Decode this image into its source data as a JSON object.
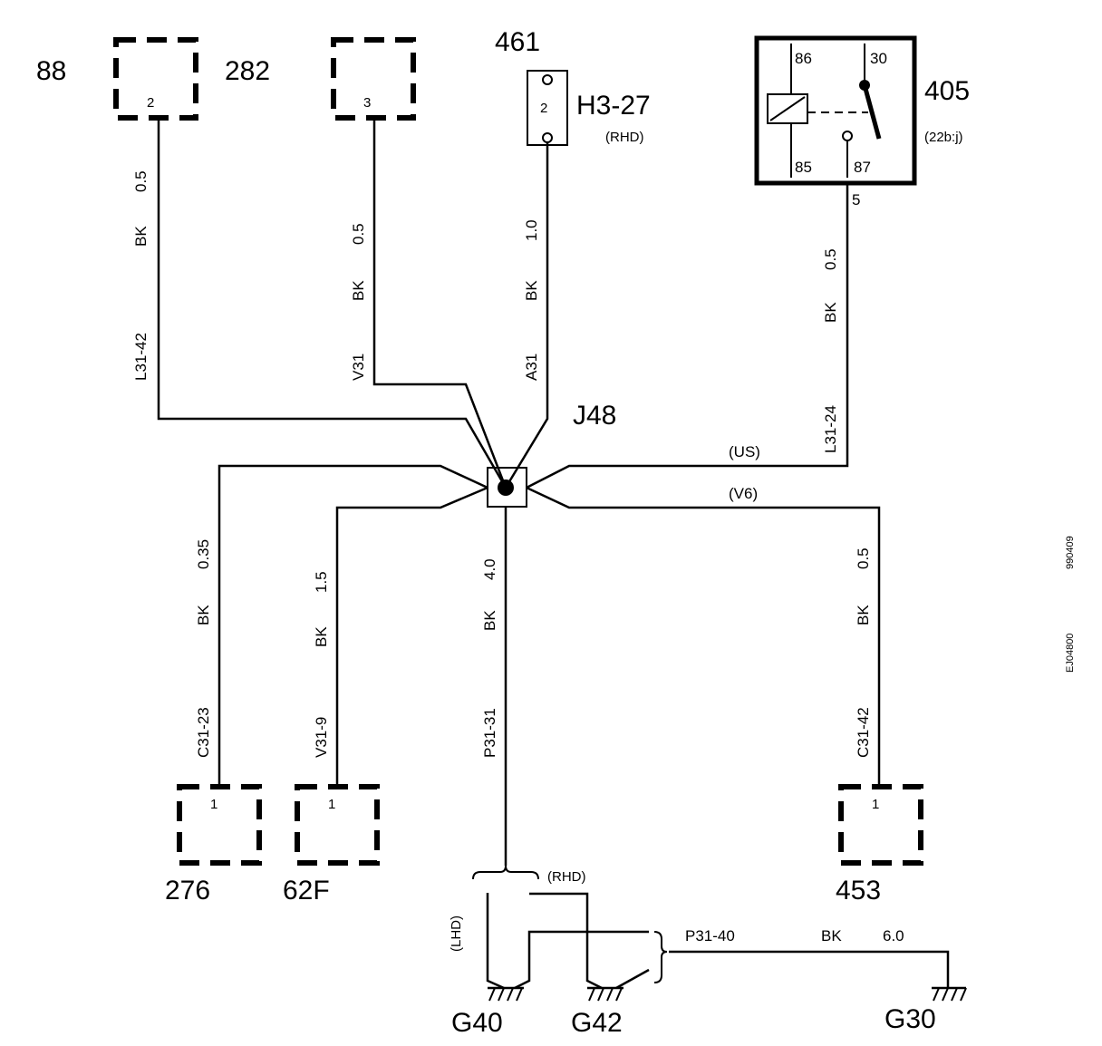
{
  "components": {
    "c88": "88",
    "c282": "282",
    "c282_pin": "2",
    "c3_pin": "3",
    "c461": "461",
    "c461_pin": "2",
    "c461_name": "H3-27",
    "c461_note": "(RHD)",
    "c405": "405",
    "c405_note": "(22b:j)",
    "c405_pins": {
      "p86": "86",
      "p30": "30",
      "p85": "85",
      "p87": "87"
    },
    "c405_out_pin": "5",
    "j48": "J48",
    "c276": "276",
    "c276_pin": "1",
    "c62f": "62F",
    "c62f_pin": "1",
    "c453": "453",
    "c453_pin": "1"
  },
  "wires": {
    "w282": {
      "size": "0.5",
      "color": "BK",
      "id": "L31-42"
    },
    "w3": {
      "size": "0.5",
      "color": "BK",
      "id": "V31"
    },
    "w461": {
      "size": "1.0",
      "color": "BK",
      "id": "A31"
    },
    "w405": {
      "size": "0.5",
      "color": "BK",
      "id": "L31-24",
      "variant": "(US)"
    },
    "w453": {
      "size": "0.5",
      "color": "BK",
      "id": "C31-42",
      "variant": "(V6)"
    },
    "w276": {
      "size": "0.35",
      "color": "BK",
      "id": "C31-23"
    },
    "w62f": {
      "size": "1.5",
      "color": "BK",
      "id": "V31-9"
    },
    "wmain": {
      "size": "4.0",
      "color": "BK",
      "id": "P31-31"
    },
    "wg30": {
      "id": "P31-40",
      "color": "BK",
      "size": "6.0"
    }
  },
  "grounds": {
    "rhd": "(RHD)",
    "lhd": "(LHD)",
    "g40": "G40",
    "g42": "G42",
    "g30": "G30"
  },
  "side_codes": {
    "code1": "990409",
    "code2": "EJ04800"
  }
}
